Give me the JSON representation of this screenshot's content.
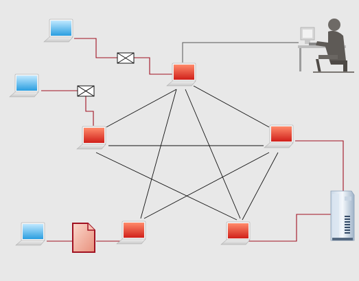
{
  "colors": {
    "background": "#e8e8e8",
    "mesh_line": "#111111",
    "link_line": "#a01020",
    "gray_line": "#555555",
    "hub_screen": "#e0402a",
    "client_screen": "#3aa8e6",
    "document": "#f0b4a4"
  },
  "diagram": {
    "hubs": [
      {
        "id": "hub-top",
        "icon": "red-laptop-icon"
      },
      {
        "id": "hub-left",
        "icon": "red-laptop-icon"
      },
      {
        "id": "hub-right",
        "icon": "red-laptop-icon"
      },
      {
        "id": "hub-bottom-left",
        "icon": "red-laptop-icon"
      },
      {
        "id": "hub-bottom-right",
        "icon": "red-laptop-icon"
      }
    ],
    "clients": [
      {
        "id": "client-top",
        "icon": "blue-laptop-icon"
      },
      {
        "id": "client-middle",
        "icon": "blue-laptop-icon"
      },
      {
        "id": "client-bottom",
        "icon": "blue-laptop-icon"
      }
    ],
    "envelopes": [
      {
        "id": "envelope-top",
        "icon": "envelope-icon"
      },
      {
        "id": "envelope-middle",
        "icon": "envelope-icon"
      }
    ],
    "document": {
      "id": "document",
      "icon": "document-icon"
    },
    "server": {
      "id": "server",
      "icon": "server-tower-icon"
    },
    "person": {
      "id": "person",
      "icon": "person-at-computer-icon"
    },
    "mesh_edges": [
      [
        "hub-top",
        "hub-left"
      ],
      [
        "hub-top",
        "hub-bottom-left"
      ],
      [
        "hub-top",
        "hub-bottom-right"
      ],
      [
        "hub-left",
        "hub-right"
      ],
      [
        "hub-left",
        "hub-bottom-right"
      ],
      [
        "hub-right",
        "hub-bottom-left"
      ],
      [
        "hub-right",
        "hub-bottom-right"
      ],
      [
        "hub-bottom-left",
        "hub-right"
      ]
    ]
  }
}
